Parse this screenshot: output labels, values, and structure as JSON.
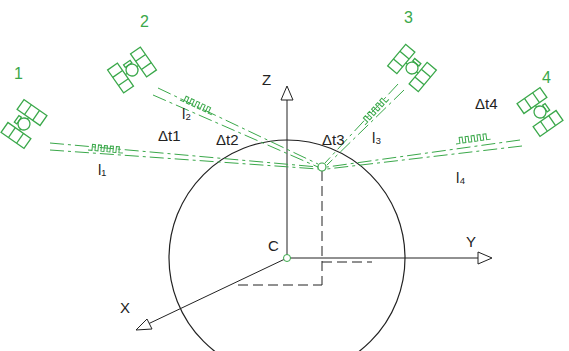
{
  "diagram": {
    "labels": [
      "1",
      "2",
      "3",
      "4",
      "Δt1",
      "Δt2",
      "Δt3",
      "Δt4",
      "l₁",
      "l₂",
      "l₃",
      "l₄",
      "Z",
      "Y",
      "X",
      "C"
    ]
  }
}
